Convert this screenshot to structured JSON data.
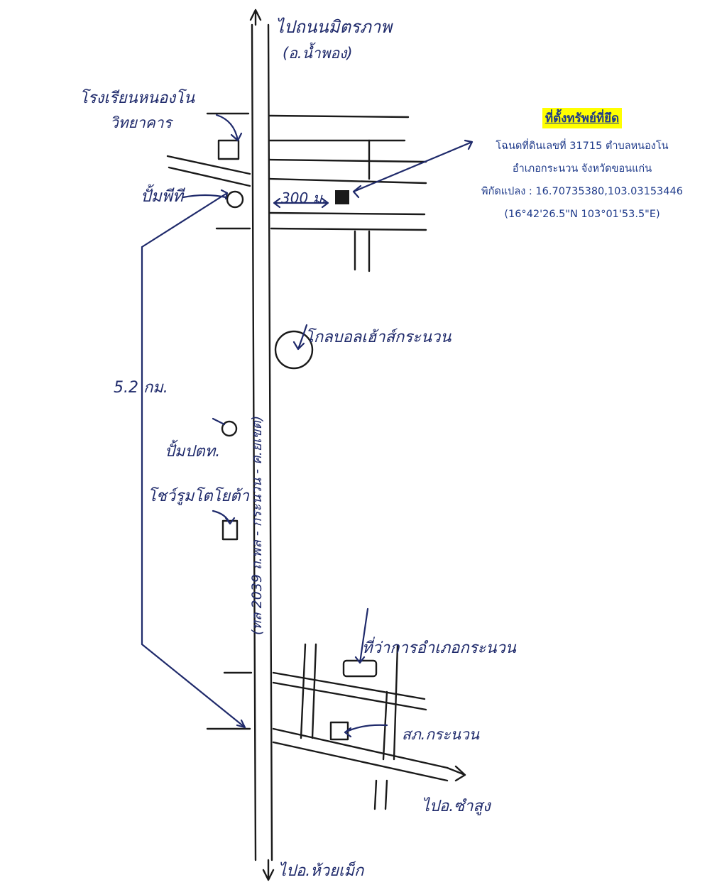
{
  "info": {
    "title": "ที่ตั้งทรัพย์ที่ยึด",
    "deed": "โฉนดที่ดินเลขที่ 31715 ตำบลหนองโน",
    "district": "อำเภอกระนวน จังหวัดขอนแก่น",
    "coords": "พิกัดแปลง : 16.70735380,103.03153446",
    "dms": "(16°42'26.5\"N 103°01'53.5\"E)"
  },
  "labels": {
    "north_destination": "ไปถนนมิตรภาพ",
    "north_destination_sub": "(อ.น้ำพอง)",
    "school": "โรงเรียนหนองโน",
    "school_sub": "วิทยาคาร",
    "gas_pt": "ปั้มพีที",
    "distance_marker": "300 ม.",
    "highway": "(ทล 2039 ถ.พล - กระนวน - ค.ยเขต)",
    "gobal_house": "โกลบอลเฮ้าส์กระนวน",
    "distance_total": "5.2 กม.",
    "gas_ptt": "ปั้มปตท.",
    "toyota": "โชว์รูมโตโยต้า",
    "district_office": "ที่ว่าการอำเภอกระนวน",
    "police": "สภ.กระนวน",
    "east_destination": "ไปอ.ซำสูง",
    "south_destination": "ไปอ.ห้วยเม็ก"
  },
  "colors": {
    "ink": "#1f2a6b",
    "road": "#1a1a1a",
    "highlight": "#ffff00",
    "info_text": "#1e3a8a"
  }
}
